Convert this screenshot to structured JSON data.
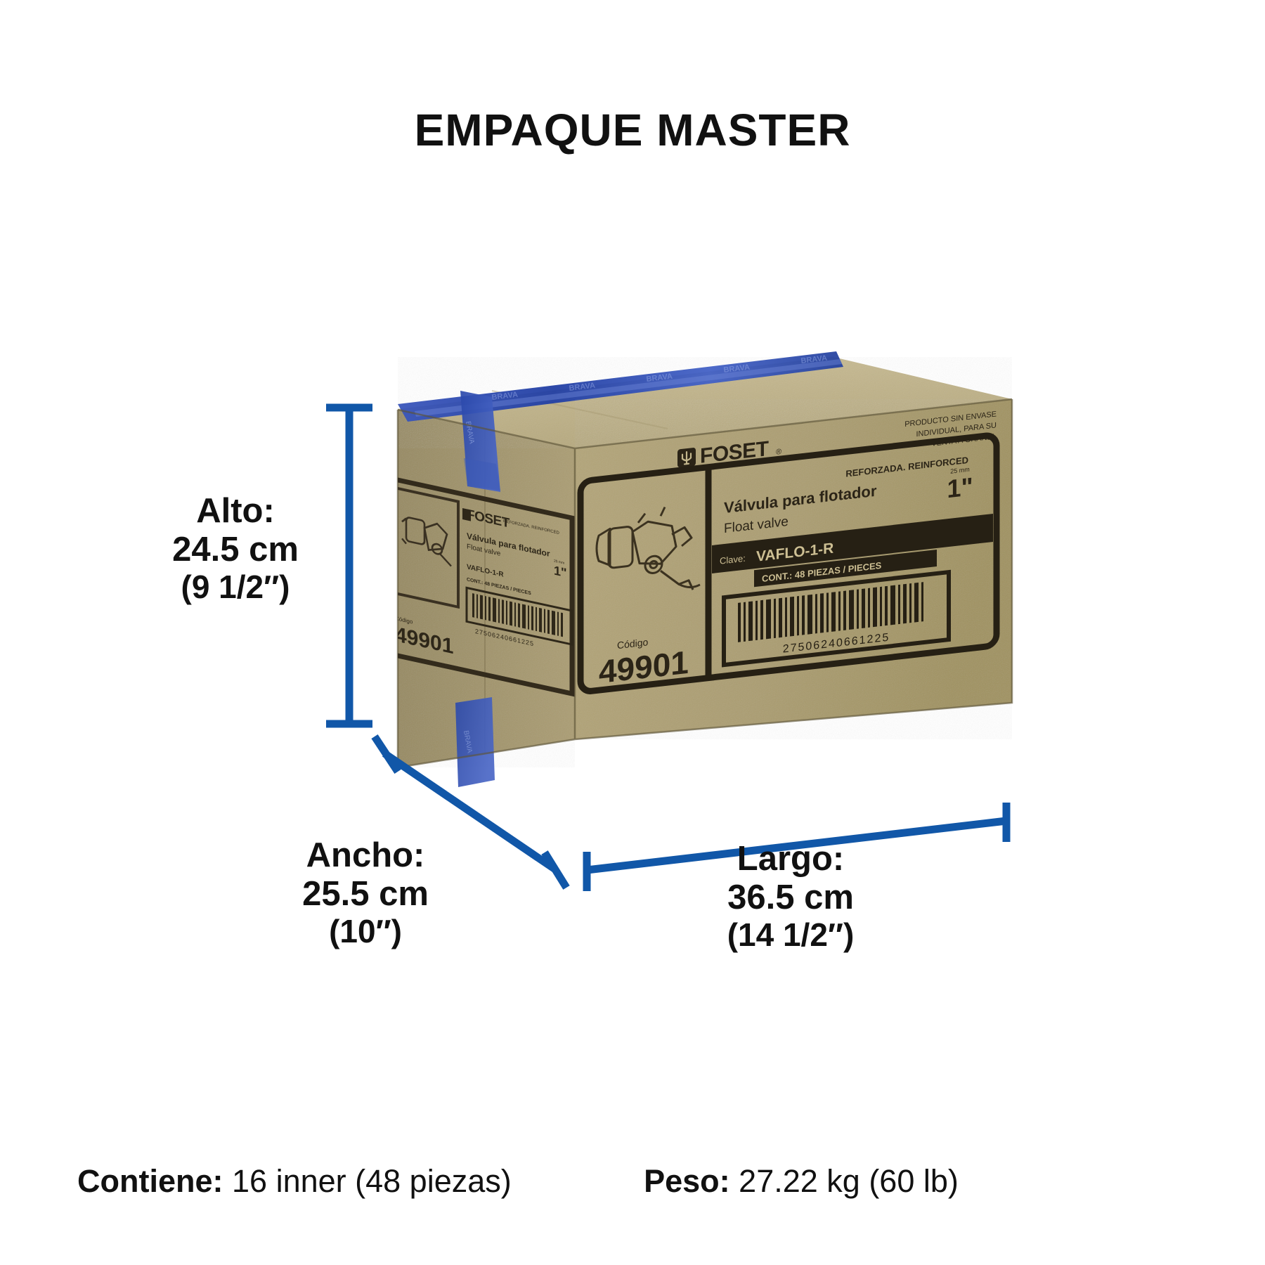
{
  "header": {
    "title": "EMPAQUE MASTER"
  },
  "dimensions": {
    "height": {
      "name": "Alto:",
      "metric": "24.5 cm",
      "imperial": "(9 1/2″)"
    },
    "width": {
      "name": "Ancho:",
      "metric": "25.5 cm",
      "imperial": "(10″)"
    },
    "length": {
      "name": "Largo:",
      "metric": "36.5 cm",
      "imperial": "(14 1/2″)"
    }
  },
  "footer": {
    "contents_key": "Contiene:",
    "contents_value": "16 inner (48 piezas)",
    "weight_key": "Peso:",
    "weight_value": "27.22 kg (60 lb)"
  },
  "box": {
    "carton_color": "#b0a274",
    "carton_top_color": "#c2b489",
    "carton_side_color": "#93855c",
    "tape_color": "#2a46a8",
    "dimension_line_color": "#1157a8",
    "front_label": {
      "brand": "FOSET",
      "brand_mark": "®",
      "disclaimer_line1": "PRODUCTO SIN ENVASE",
      "disclaimer_line2": "INDIVIDUAL, PARA SU",
      "disclaimer_line3": "VENTA A GRANEL",
      "reinforced": "REFORZADA. REINFORCED",
      "size_mm": "25 mm",
      "size_in": "1\"",
      "product_es": "Válvula para flotador",
      "product_en": "Float valve",
      "clave_key": "Clave:",
      "clave_value": "VAFLO-1-R",
      "content": "CONT.: 48 PIEZAS / PIECES",
      "barcode_number": "27506240661225",
      "codigo_key": "Código",
      "codigo_value": "49901"
    },
    "side_label": {
      "brand": "FOSET",
      "reinforced": "REFORZADA. REINFORCED",
      "product_es": "Válvula para flotador",
      "product_en": "Float valve",
      "size_mm": "25 mm",
      "size_in": "1\"",
      "clave_value": "VAFLO-1-R",
      "content": "CONT.: 48 PIEZAS / PIECES",
      "codigo_key": "Código",
      "codigo_value": "49901",
      "barcode_number": "27506240661225"
    }
  }
}
